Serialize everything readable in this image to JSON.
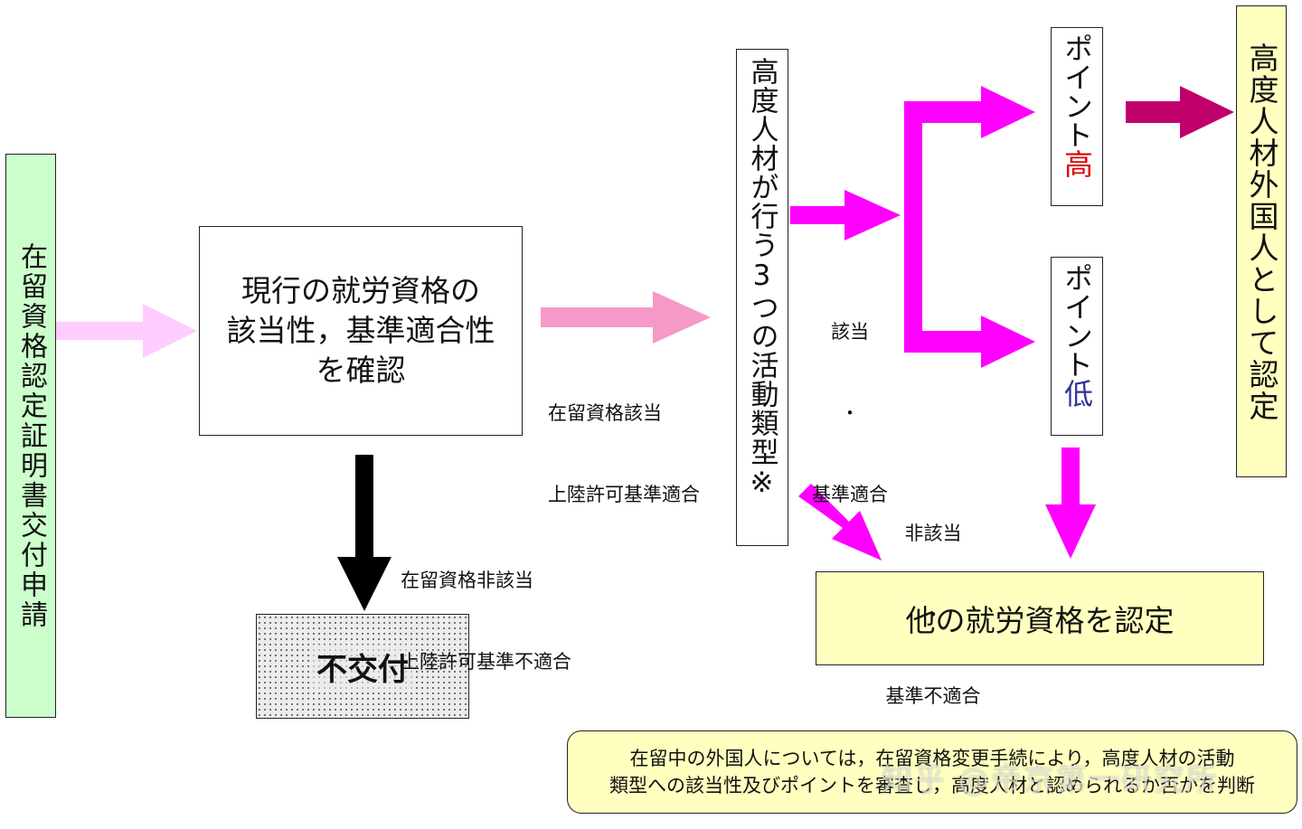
{
  "application_box": {
    "text": "在留資格認定証明書交付申請"
  },
  "check_box": {
    "lines": [
      "現行の就労資格の",
      "該当性，基準適合性",
      "を確認"
    ]
  },
  "activity_box": {
    "text": "高度人材が行う3つの活動類型※"
  },
  "refusal_box": {
    "text": "不交付"
  },
  "points_high": {
    "prefix": "ポイント",
    "suffix": "高"
  },
  "points_low": {
    "prefix": "ポイント",
    "suffix": "低"
  },
  "recognized_box": {
    "text": "高度人材外国人として認定"
  },
  "other_box": {
    "text": "他の就労資格を認定"
  },
  "labels": {
    "qualify_line1": "在留資格該当",
    "qualify_line2": "上陸許可基準適合",
    "not_qualify_line1": "在留資格非該当",
    "not_qualify_line2": "上陸許可基準不適合",
    "applicable_top": "該当",
    "applicable_dot": "・",
    "applicable_bottom": "基準適合",
    "not_applicable_top": "非該当",
    "not_applicable_dot": "・",
    "not_applicable_bottom": "基準不適合"
  },
  "note": {
    "line1": "在留中の外国人については，在留資格変更手続により，高度人材の活動",
    "line2": "類型への該当性及びポイントを審査し，高度人材と認められるか否かを判断"
  },
  "watermark": "知乎 @帝京第一研究所",
  "colors": {
    "application_fill": "#ccffcc",
    "light_pink_arrow": "#ffccff",
    "pink_arrow": "#f59ac8",
    "magenta_arrow": "#ff00ff",
    "dark_magenta_arrow": "#c0006a",
    "high_text": "#dd0000",
    "low_text": "#333399",
    "yellow_fill": "#ffffc0",
    "refusal_fill": "#e6e6e6"
  }
}
